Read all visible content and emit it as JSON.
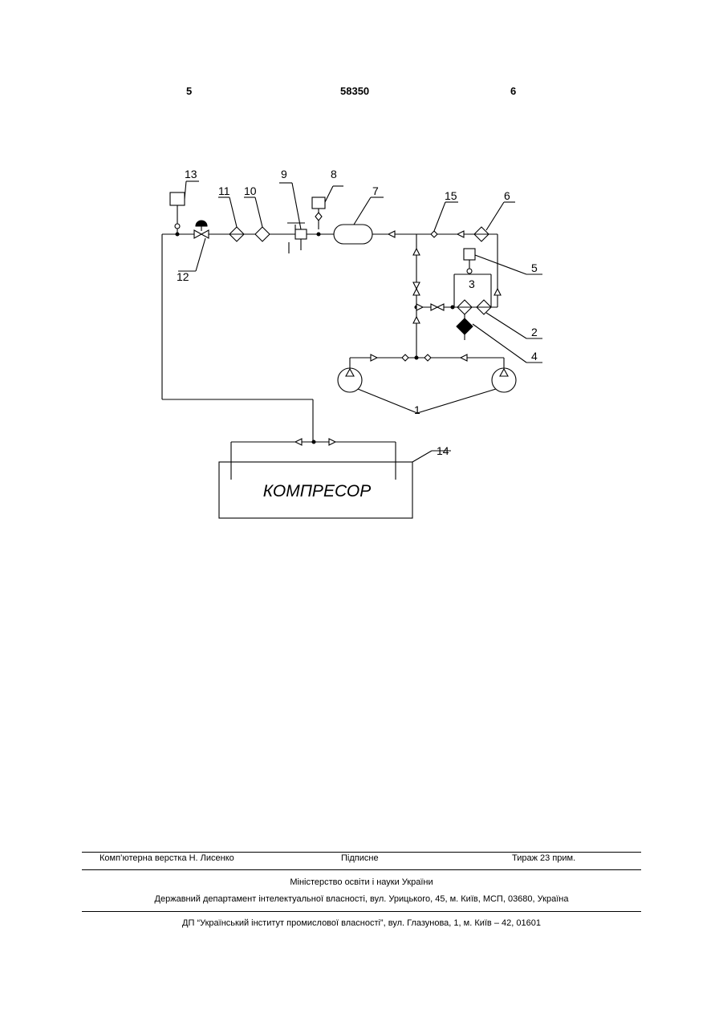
{
  "header": {
    "page_left": "5",
    "patent_number": "58350",
    "page_right": "6"
  },
  "diagram": {
    "labels": [
      "1",
      "2",
      "3",
      "4",
      "5",
      "6",
      "7",
      "8",
      "9",
      "10",
      "11",
      "12",
      "13",
      "14",
      "15"
    ],
    "compressor_text": "КОМПРЕСОР"
  },
  "footer": {
    "layout": "Комп’ютерна верстка Н. Лисенко",
    "signed": "Підписне",
    "circulation": "Тираж 23 прим.",
    "ministry": "Міністерство освіти і науки України",
    "department": "Державний департамент інтелектуальної власності, вул. Урицького, 45, м. Київ, МСП, 03680, Україна",
    "institute": "ДП “Український інститут промислової власності”, вул. Глазунова, 1, м. Київ – 42, 01601"
  }
}
